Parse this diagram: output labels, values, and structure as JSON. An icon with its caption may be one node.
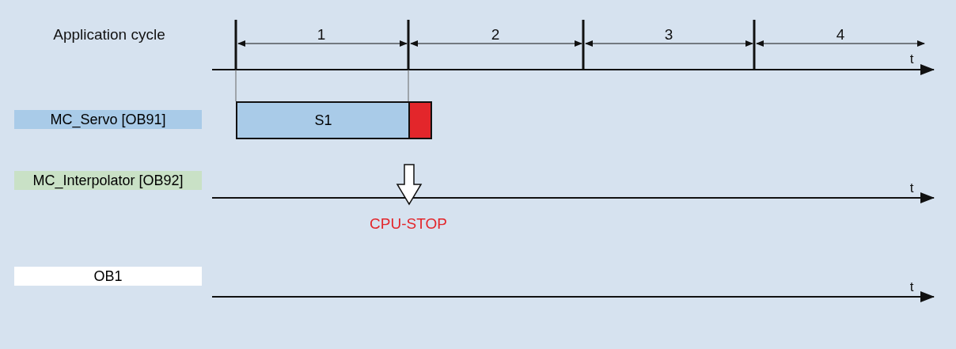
{
  "diagram": {
    "nodes": [
      {
        "text": [
          "MC_Servo [OB91]"
        ]
      },
      {
        "text": [
          "S1"
        ]
      },
      {
        "text": [],
        "shape": "bar"
      },
      {
        "text": [
          "MC_Interpolator [OB92]"
        ]
      },
      {
        "text": [
          "OB1"
        ]
      }
    ],
    "labels": [
      "Application cycle",
      "1",
      "2",
      "3",
      "4",
      "t",
      "t",
      "CPU-STOP",
      "t"
    ]
  }
}
